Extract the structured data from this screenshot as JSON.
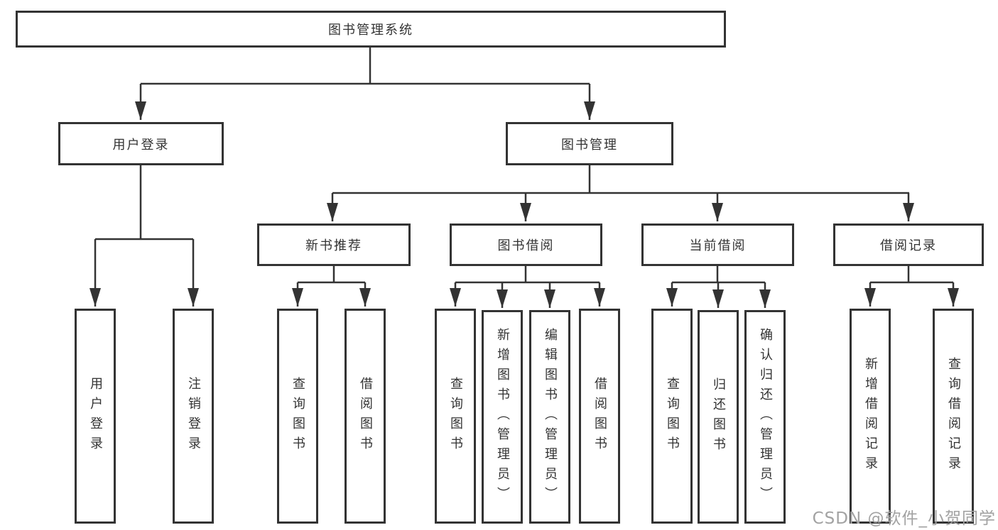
{
  "diagram": {
    "title": "图书管理系统",
    "line_color": "#333333",
    "background_color": "#ffffff",
    "nodes": {
      "root": "图书管理系统",
      "level1": {
        "user_login": "用户登录",
        "book_management": "图书管理"
      },
      "level2": {
        "new_book_recommend": "新书推荐",
        "book_borrow": "图书借阅",
        "current_borrow": "当前借阅",
        "borrow_records": "借阅记录"
      },
      "leaves": {
        "user": [
          "用户登录",
          "注销登录"
        ],
        "recommend": [
          "查询图书",
          "借阅图书"
        ],
        "borrow": [
          "查询图书",
          "新增图书（管理员）",
          "编辑图书（管理员）",
          "借阅图书"
        ],
        "current": [
          "查询图书",
          "归还图书",
          "确认归还（管理员）"
        ],
        "records": [
          "新增借阅记录",
          "查询借阅记录"
        ]
      }
    }
  },
  "watermark": {
    "text": "CSDN @软件_小贺同学",
    "color": "#a2a2a2"
  }
}
